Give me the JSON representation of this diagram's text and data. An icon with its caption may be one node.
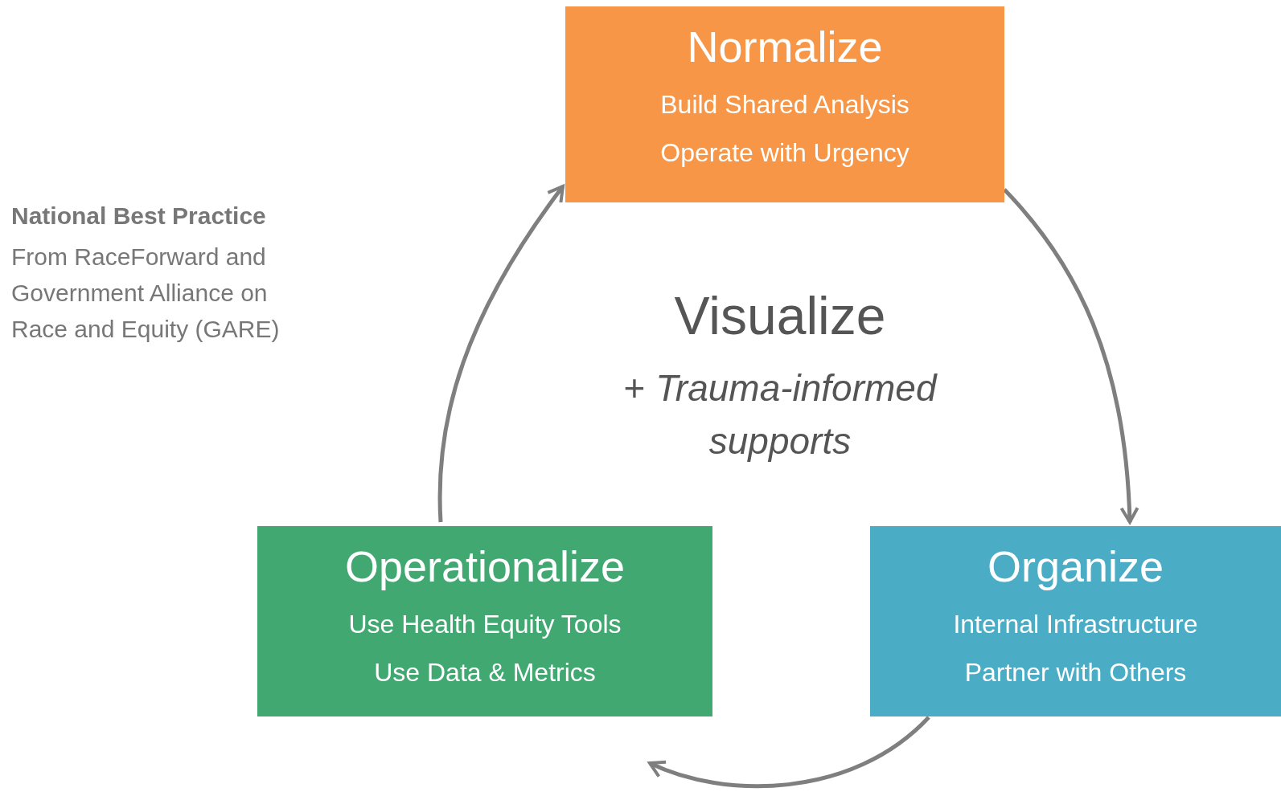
{
  "diagram": {
    "nodes": [
      {
        "text": [
          "Normalize",
          "Build Shared Analysis",
          "Operate with Urgency"
        ]
      },
      {
        "text": [
          "Organize",
          "Internal Infrastructure",
          "Partner with Others"
        ]
      },
      {
        "text": [
          "Operationalize",
          "Use Health Equity Tools",
          "Use Data & Metrics"
        ]
      }
    ],
    "edges": [
      {
        "from": 0,
        "to": 1,
        "arrow": "to"
      },
      {
        "from": 1,
        "to": 2,
        "arrow": "to"
      },
      {
        "from": 2,
        "to": 0,
        "arrow": "to"
      }
    ],
    "labels": [
      "National Best Practice",
      "From RaceForward and Government Alliance on Race and Equity (GARE)",
      "Visualize",
      "+ *Trauma-informed supports*"
    ]
  }
}
